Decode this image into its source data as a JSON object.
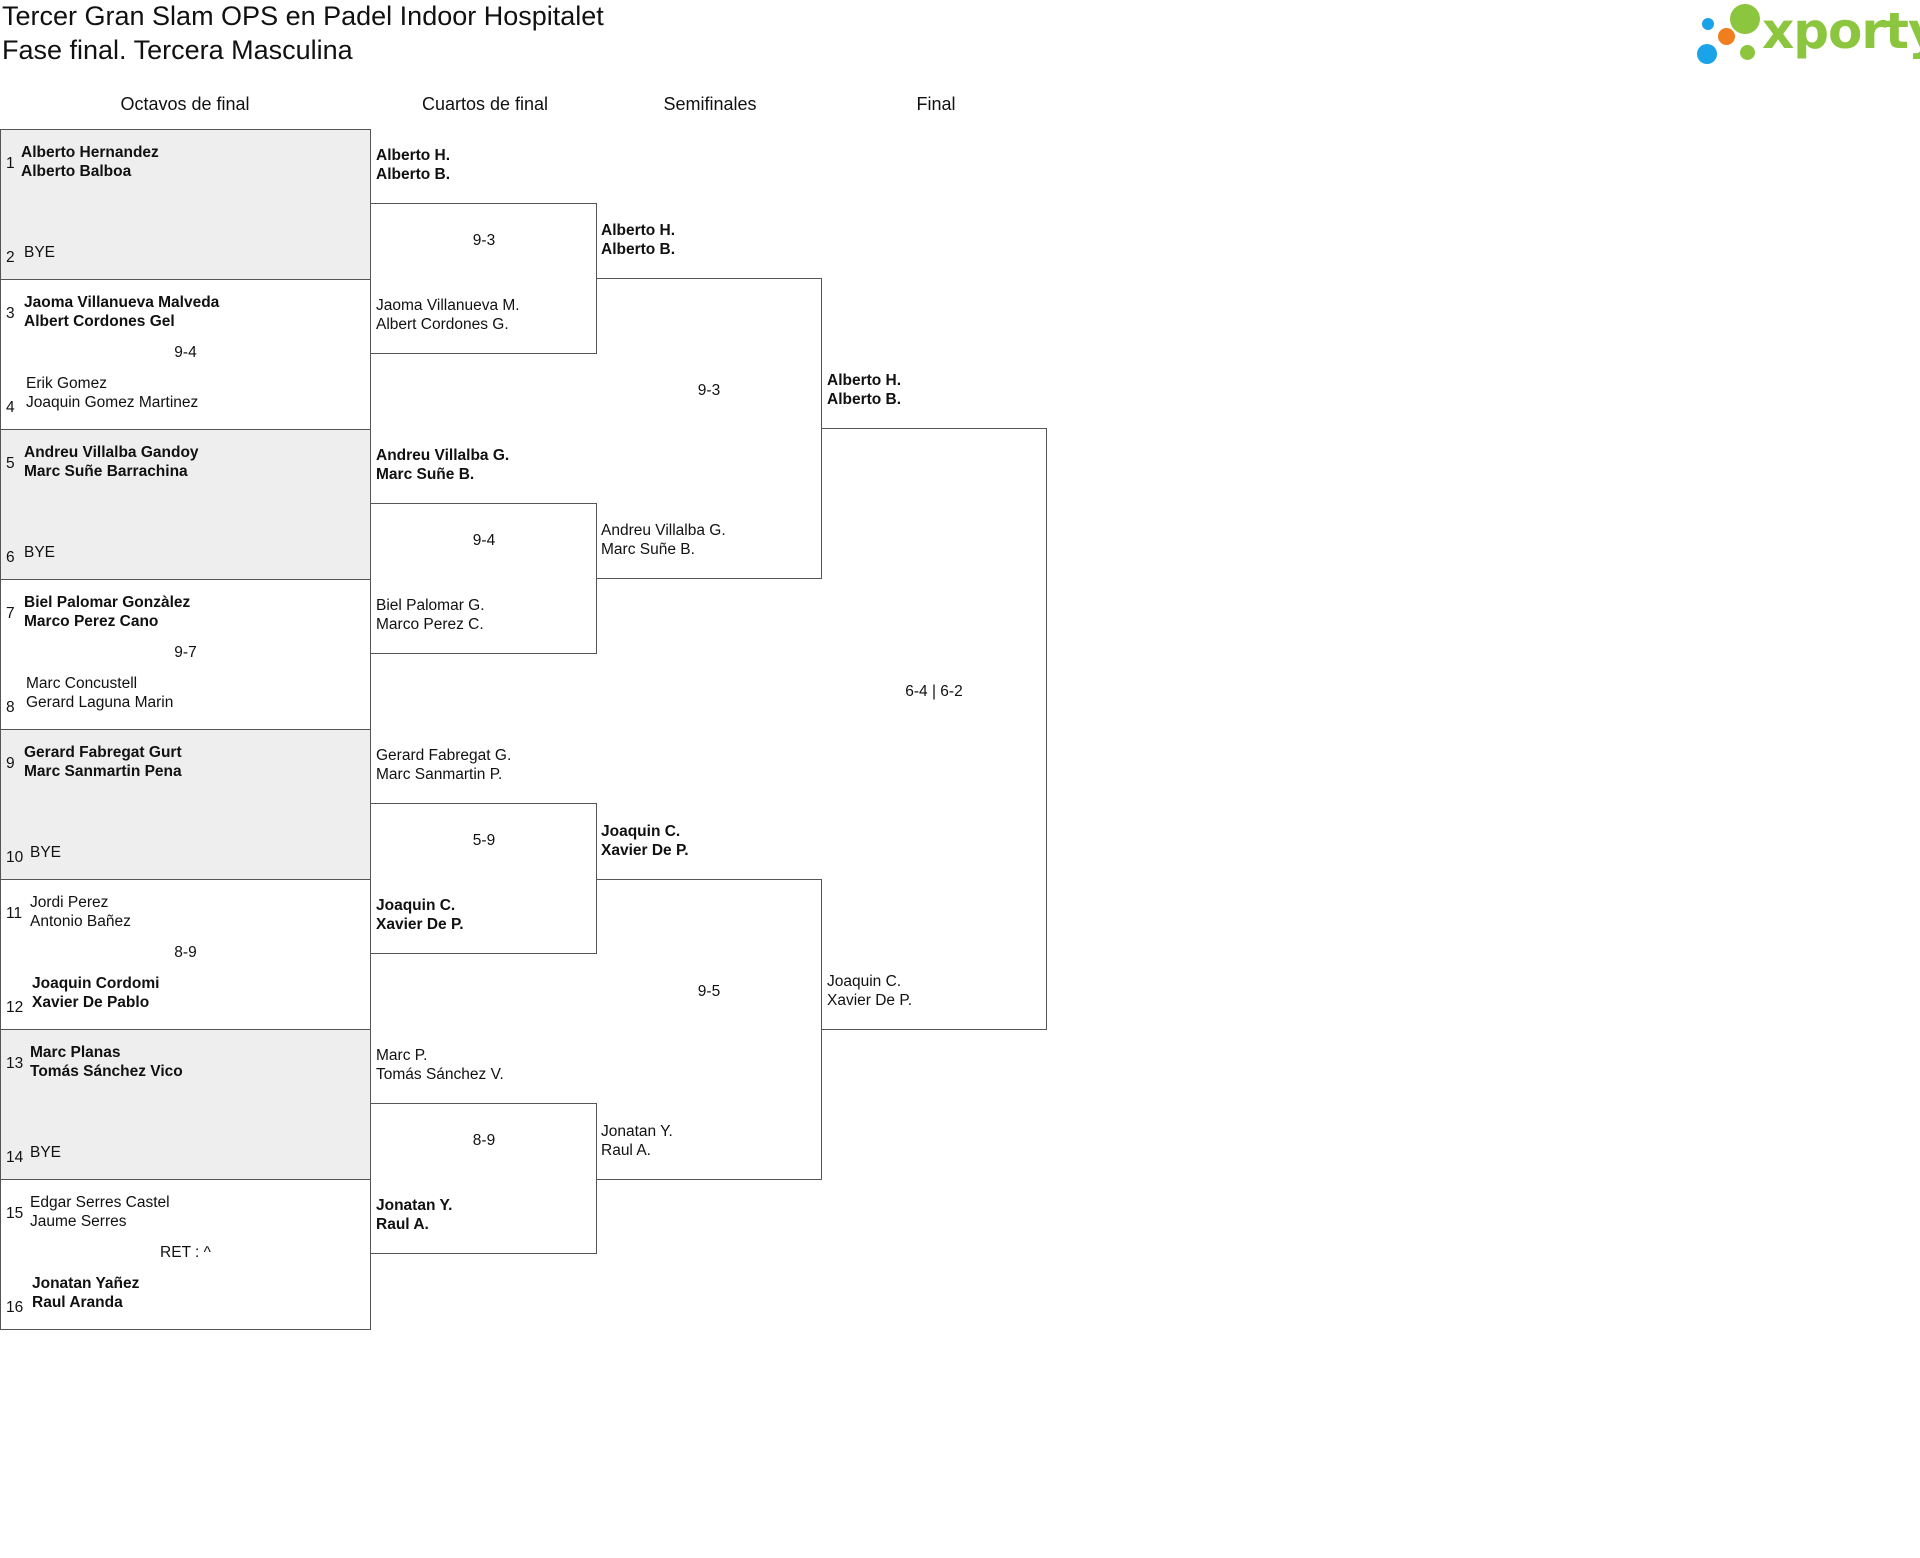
{
  "header": {
    "title": "Tercer Gran Slam OPS en Padel Indoor Hospitalet",
    "subtitle": "Fase final. Tercera Masculina",
    "logo_text": "xporty"
  },
  "rounds": [
    "Octavos de final",
    "Cuartos de final",
    "Semifinales",
    "Final"
  ],
  "octavos": [
    {
      "seed_a": "1",
      "pair_a": [
        "Alberto Hernandez",
        "Alberto Balboa"
      ],
      "seed_b": "2",
      "pair_b": [
        "BYE"
      ],
      "score": ""
    },
    {
      "seed_a": "3",
      "pair_a": [
        "Jaoma Villanueva Malveda",
        "Albert Cordones Gel"
      ],
      "seed_b": "4",
      "pair_b": [
        "Erik Gomez",
        "Joaquin Gomez Martinez"
      ],
      "score": "9-4"
    },
    {
      "seed_a": "5",
      "pair_a": [
        "Andreu Villalba Gandoy",
        "Marc Suñe Barrachina"
      ],
      "seed_b": "6",
      "pair_b": [
        "BYE"
      ],
      "score": ""
    },
    {
      "seed_a": "7",
      "pair_a": [
        "Biel Palomar Gonzàlez",
        "Marco Perez Cano"
      ],
      "seed_b": "8",
      "pair_b": [
        "Marc Concustell",
        "Gerard Laguna Marin"
      ],
      "score": "9-7"
    },
    {
      "seed_a": "9",
      "pair_a": [
        "Gerard Fabregat Gurt",
        "Marc Sanmartin Pena"
      ],
      "seed_b": "10",
      "pair_b": [
        "BYE"
      ],
      "score": ""
    },
    {
      "seed_a": "11",
      "pair_a": [
        "Jordi Perez",
        "Antonio Bañez"
      ],
      "seed_b": "12",
      "pair_b": [
        "Joaquin Cordomi",
        "Xavier De Pablo"
      ],
      "score": "8-9"
    },
    {
      "seed_a": "13",
      "pair_a": [
        "Marc Planas",
        "Tomás Sánchez Vico"
      ],
      "seed_b": "14",
      "pair_b": [
        "BYE"
      ],
      "score": ""
    },
    {
      "seed_a": "15",
      "pair_a": [
        "Edgar Serres Castel",
        "Jaume Serres"
      ],
      "seed_b": "16",
      "pair_b": [
        "Jonatan Yañez",
        "Raul Aranda"
      ],
      "score": "RET : ^"
    }
  ],
  "cuartos": [
    {
      "pair_a": [
        "Alberto H.",
        "Alberto B."
      ],
      "pair_b": [
        "Jaoma Villanueva M.",
        "Albert Cordones G."
      ],
      "score": "9-3"
    },
    {
      "pair_a": [
        "Andreu Villalba G.",
        "Marc Suñe B."
      ],
      "pair_b": [
        "Biel Palomar G.",
        "Marco Perez C."
      ],
      "score": "9-4"
    },
    {
      "pair_a": [
        "Gerard Fabregat G.",
        "Marc Sanmartin P."
      ],
      "pair_b": [
        "Joaquin C.",
        "Xavier De P."
      ],
      "score": "5-9"
    },
    {
      "pair_a": [
        "Marc P.",
        "Tomás Sánchez V."
      ],
      "pair_b": [
        "Jonatan Y.",
        "Raul A."
      ],
      "score": "8-9"
    }
  ],
  "semis": [
    {
      "pair_a": [
        "Alberto H.",
        "Alberto B."
      ],
      "pair_b": [
        "Andreu Villalba G.",
        "Marc Suñe B."
      ],
      "score": "9-3"
    },
    {
      "pair_a": [
        "Joaquin C.",
        "Xavier De P."
      ],
      "pair_b": [
        "Jonatan Y.",
        "Raul A."
      ],
      "score": "9-5"
    }
  ],
  "final": {
    "pair_a": [
      "Alberto H.",
      "Alberto B."
    ],
    "pair_b": [
      "Joaquin C.",
      "Xavier De P."
    ],
    "score": "6-4 | 6-2"
  },
  "colors": {
    "logo_green": "#8cc63f",
    "logo_orange": "#f07d1e",
    "logo_blue": "#1aa3e8",
    "bye_fill": "#eeeeee"
  }
}
